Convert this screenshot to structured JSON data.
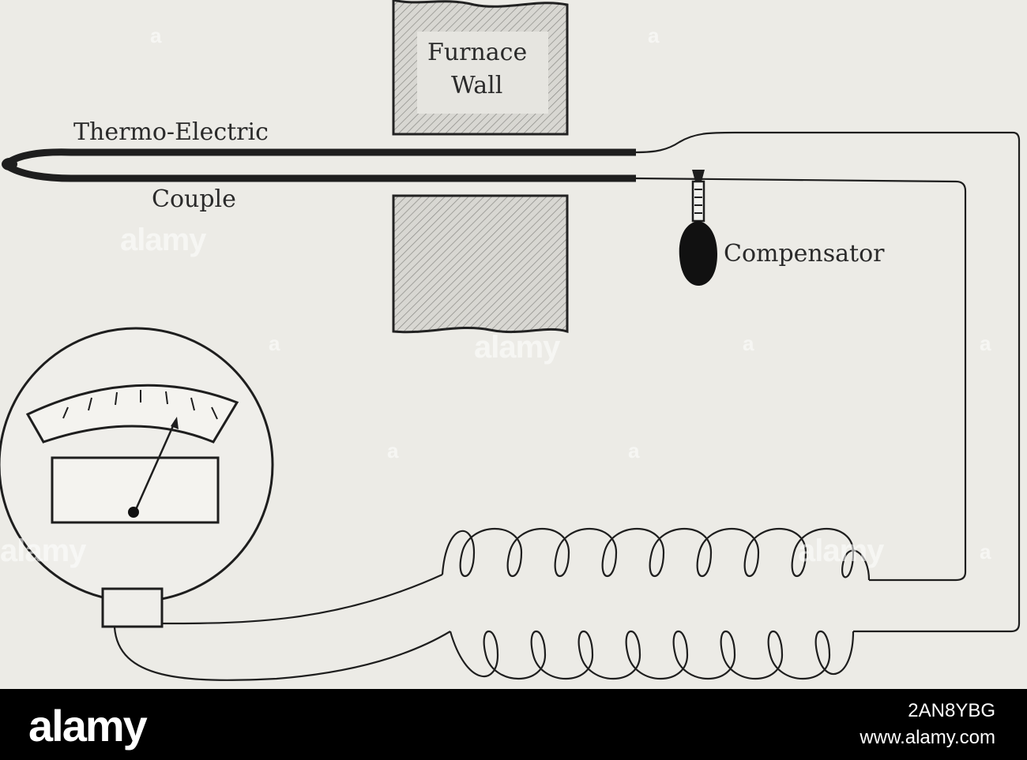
{
  "labels": {
    "furnace_line1": "Furnace",
    "furnace_line2": "Wall",
    "thermo_electric": "Thermo-Electric",
    "couple": "Couple",
    "compensator": "Compensator"
  },
  "watermark": {
    "brand": "alamy",
    "letter": "a"
  },
  "footer": {
    "logo": "alamy",
    "image_id": "2AN8YBG",
    "site": "www.alamy.com"
  },
  "colors": {
    "paper": "#ecebe6",
    "ink": "#1e1e1e",
    "footer": "#000000"
  }
}
